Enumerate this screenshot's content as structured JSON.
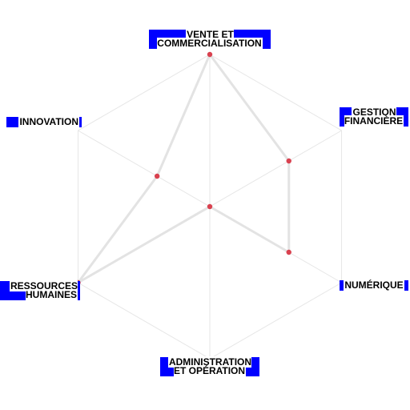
{
  "colors": {
    "grid": "#e6e6e6",
    "series_line": "#e3e3e3",
    "point": "#d9414f",
    "label_bg": "#0000ff",
    "label_text": "#000000"
  },
  "chart_data": {
    "type": "radar",
    "axes": [
      "VENTE ET\nCOMMERCIALISATION",
      "GESTION\nFINANCIÈRE",
      "NUMÉRIQUE",
      "ADMINISTRATION\nET OPÉRATION",
      "RESSOURCES\nHUMAINES",
      "INNOVATION"
    ],
    "rlim": [
      0,
      5
    ],
    "grid_levels": 1,
    "series": [
      {
        "values": [
          5,
          3,
          3,
          0,
          5,
          2
        ]
      }
    ]
  }
}
